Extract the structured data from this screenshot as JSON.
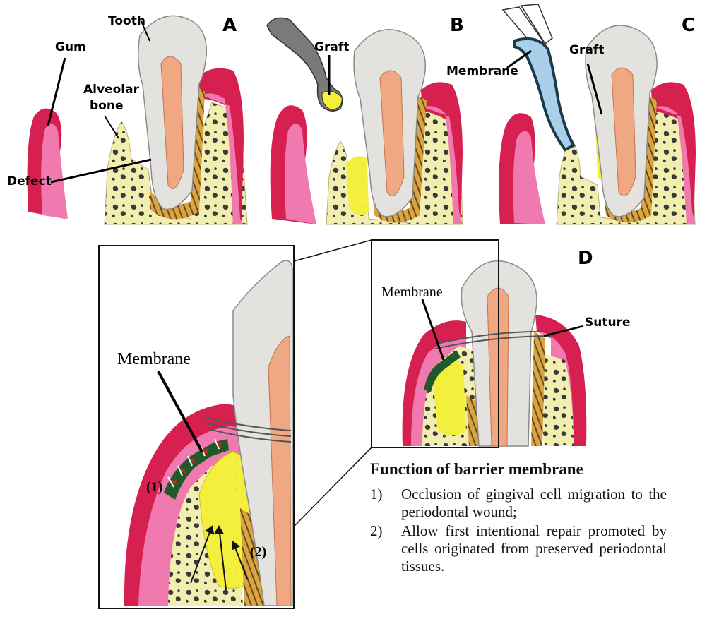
{
  "panels": {
    "a": {
      "letter": "A",
      "tooth": "Tooth",
      "gum": "Gum",
      "alveolar1": "Alveolar",
      "alveolar2": "bone",
      "defect": "Defect"
    },
    "b": {
      "letter": "B",
      "graft": "Graft"
    },
    "c": {
      "letter": "C",
      "membrane": "Membrane",
      "graft": "Graft"
    },
    "d": {
      "letter": "D",
      "membrane": "Membrane",
      "suture": "Suture"
    },
    "zoom": {
      "membrane": "Membrane",
      "marker1": "(1)",
      "marker2": "(2)"
    }
  },
  "function_box": {
    "title": "Function of barrier membrane",
    "items": [
      {
        "num": "1)",
        "text": "Occlusion of gingival cell migration to the periodontal wound;"
      },
      {
        "num": "2)",
        "text": "Allow first intentional repair promoted by cells originated from preserved periodontal tissues."
      }
    ]
  },
  "colors": {
    "gum_dark": "#d6204f",
    "gum_light": "#f07ab0",
    "bone": "#f1eeb0",
    "graft": "#f4ee3c",
    "enamel": "#e4e2df",
    "pulp": "#f0a882",
    "ligament": "#c8902a",
    "membrane_blue": "#a9cfea",
    "membrane_green": "#1f5a2a"
  }
}
